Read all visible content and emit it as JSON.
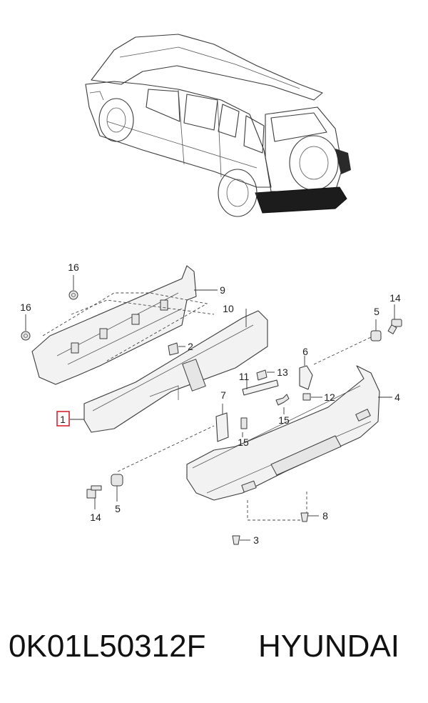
{
  "callouts": {
    "c16a": "16",
    "c16b": "16",
    "c9": "9",
    "c10": "10",
    "c2": "2",
    "c1": "1",
    "c7": "7",
    "c15a": "15",
    "c11": "11",
    "c13": "13",
    "c15b": "15",
    "c12": "12",
    "c6": "6",
    "c5a": "5",
    "c14a": "14",
    "c4": "4",
    "c14b": "14",
    "c5b": "5",
    "c8": "8",
    "c3": "3"
  },
  "footer": {
    "part_number": "0K01L50312F",
    "brand": "HYUNDAI"
  },
  "colors": {
    "highlight_box": "#d9232e",
    "line_art": "#3a3a3a"
  }
}
